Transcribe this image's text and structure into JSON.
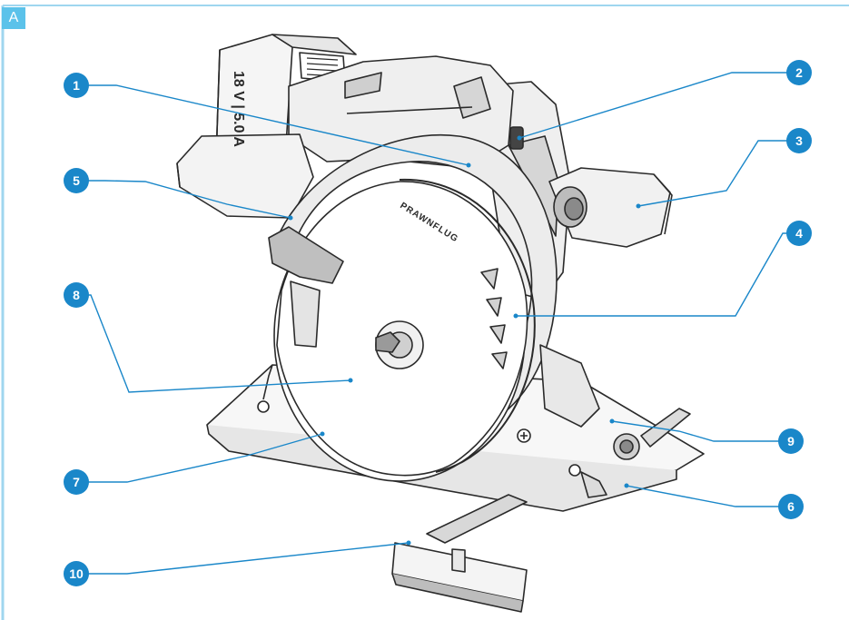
{
  "figure_tag": "A",
  "battery_label": "18 V | 5.0 A",
  "brand_label": "PRAWNFLUG",
  "callouts": [
    "1",
    "2",
    "3",
    "4",
    "5",
    "6",
    "7",
    "8",
    "9",
    "10"
  ],
  "colors": {
    "accent": "#1a87c9",
    "border": "#9fd6ef",
    "tag": "#5bc2ea",
    "line_art": "#2a2a2a"
  }
}
